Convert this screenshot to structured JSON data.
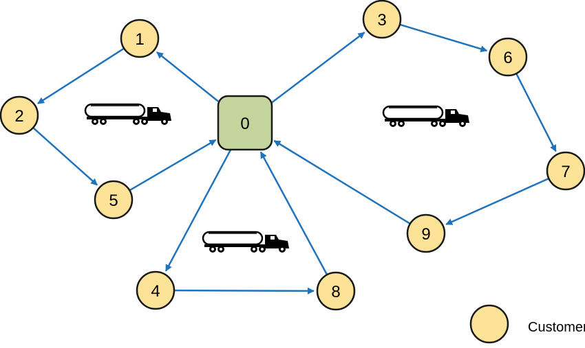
{
  "colors": {
    "customer_fill": "#fde397",
    "customer_stroke": "#1a1a1a",
    "depot_fill": "#c3d59c",
    "depot_stroke": "#1a1a1a",
    "route_arrow": "#1f73bd",
    "truck": "#000000"
  },
  "depot": {
    "label": "0"
  },
  "customers": [
    {
      "id": "1",
      "label": "1"
    },
    {
      "id": "2",
      "label": "2"
    },
    {
      "id": "3",
      "label": "3"
    },
    {
      "id": "4",
      "label": "4"
    },
    {
      "id": "5",
      "label": "5"
    },
    {
      "id": "6",
      "label": "6"
    },
    {
      "id": "7",
      "label": "7"
    },
    {
      "id": "8",
      "label": "8"
    },
    {
      "id": "9",
      "label": "9"
    }
  ],
  "routes": [
    {
      "stops": [
        "0",
        "1",
        "2",
        "5",
        "0"
      ]
    },
    {
      "stops": [
        "0",
        "3",
        "6",
        "7",
        "9",
        "0"
      ]
    },
    {
      "stops": [
        "0",
        "4",
        "8",
        "0"
      ]
    }
  ],
  "trucks": [
    {
      "icon": "tanker-truck-icon"
    },
    {
      "icon": "tanker-truck-icon"
    },
    {
      "icon": "tanker-truck-icon"
    }
  ],
  "legend": {
    "customer_label": "Customer"
  }
}
